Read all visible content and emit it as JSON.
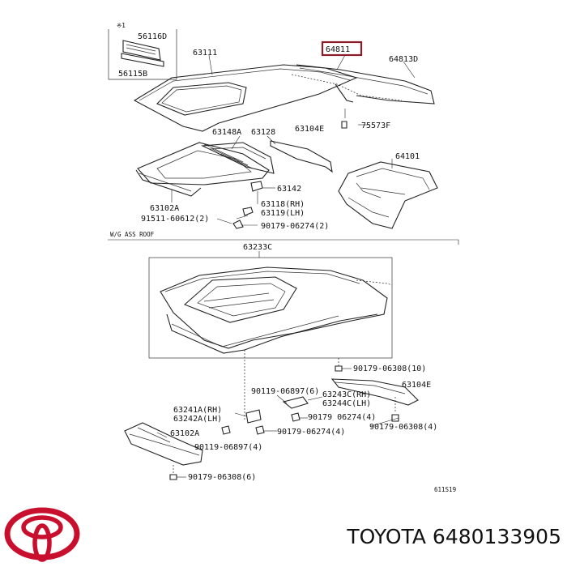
{
  "diagram": {
    "labels": {
      "note_top": "※1",
      "p56116D": "56116D",
      "p56115B": "56115B",
      "p63111": "63111",
      "p64811": "64811",
      "p64813D": "64813D",
      "p63104E_top": "63104E",
      "p75573F": "75573F",
      "p63148A": "63148A",
      "p63128": "63128",
      "p64101": "64101",
      "p63142": "63142",
      "p63102A_top": "63102A",
      "p63118": "63118(RH)",
      "p63119": "63119(LH)",
      "p91511": "91511-60612(2)",
      "p90179_top": "90179-06274(2)",
      "section_caption": "W/G ASS ROOF",
      "p63233C": "63233C",
      "p90179_10": "90179-06308(10)",
      "p63104E_bot": "63104E",
      "p90119_6": "90119-06897(6)",
      "p63243C": "63243C(RH)",
      "p63244C": "63244C(LH)",
      "p63241A": "63241A(RH)",
      "p63242A": "63242A(LH)",
      "p90179_06274_4a": "90179 06274(4)",
      "p90179_06308_4": "90179-06308(4)",
      "p63102A_bot": "63102A",
      "p90179_06274_4b": "90179-06274(4)",
      "p90119_4": "90119-06897(4)",
      "p90179_06308_6": "90179-06308(6)",
      "figure_code": "611S19"
    },
    "highlight_color": "#8b1a2b",
    "brand_color": "#c8102e"
  },
  "footer": {
    "brand_logo": "toyota-logo",
    "brand_text": "TOYOTA 6480133905"
  }
}
